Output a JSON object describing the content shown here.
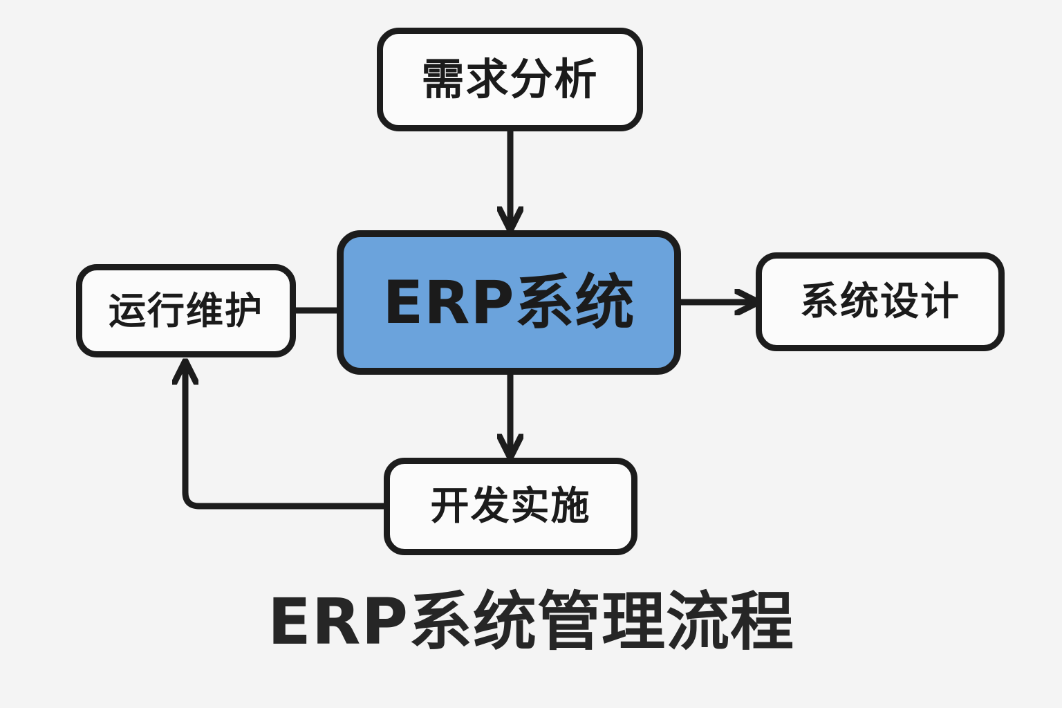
{
  "diagram": {
    "title": "ERP系统管理流程",
    "background_color": "#f4f4f4",
    "stroke_color": "#1c1c1c",
    "accent_color": "#6ba3dc",
    "node_fill_color": "#fbfbfb",
    "nodes": [
      {
        "id": "requirement",
        "label": "需求分析",
        "highlighted": false
      },
      {
        "id": "erp",
        "label": "ERP系统",
        "highlighted": true
      },
      {
        "id": "ops",
        "label": "运行维护",
        "highlighted": false
      },
      {
        "id": "design",
        "label": "系统设计",
        "highlighted": false
      },
      {
        "id": "dev",
        "label": "开发实施",
        "highlighted": false
      }
    ],
    "edges": [
      {
        "from": "requirement",
        "to": "erp",
        "direction": "down",
        "arrow": true
      },
      {
        "from": "erp",
        "to": "design",
        "direction": "right",
        "arrow": true
      },
      {
        "from": "erp",
        "to": "dev",
        "direction": "down",
        "arrow": true
      },
      {
        "from": "ops",
        "to": "erp",
        "direction": "horizontal",
        "arrow": false
      },
      {
        "from": "dev",
        "to": "ops",
        "direction": "feedback-left-up",
        "arrow": true
      }
    ]
  }
}
